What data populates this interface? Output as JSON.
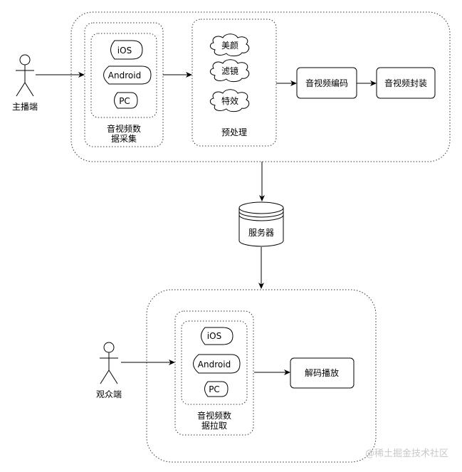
{
  "diagram": {
    "host_actor": "主播端",
    "viewer_actor": "观众端",
    "capture_platforms": [
      "iOS",
      "Android",
      "PC"
    ],
    "capture_label_line1": "音视频数",
    "capture_label_line2": "据采集",
    "preprocess_items": [
      "美颜",
      "滤镜",
      "特效"
    ],
    "preprocess_label": "预处理",
    "encode_box": "音视频编码",
    "package_box": "音视频封装",
    "server": "服务器",
    "pull_platforms": [
      "iOS",
      "Android",
      "PC"
    ],
    "pull_label_line1": "音视频数",
    "pull_label_line2": "据拉取",
    "decode_box": "解码播放"
  },
  "watermark": "@稀土掘金技术社区"
}
